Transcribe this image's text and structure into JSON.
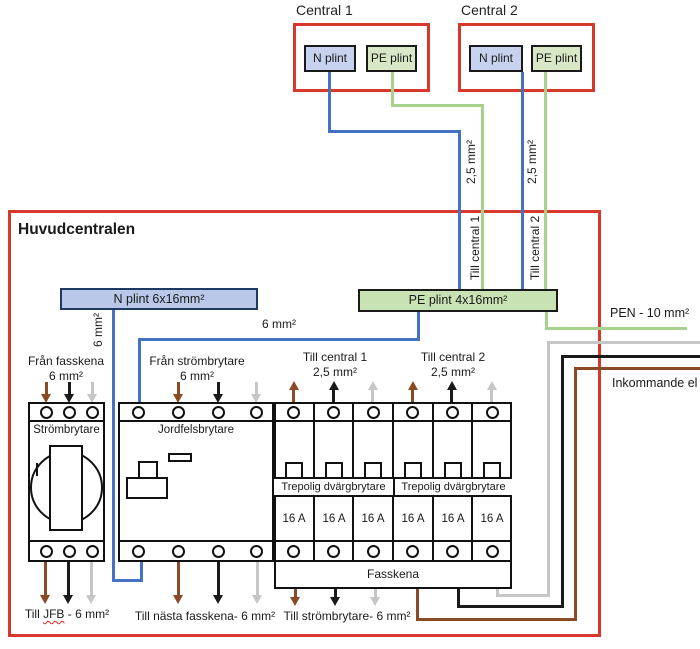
{
  "palette": {
    "wire_blue": "#4472C4",
    "wire_green": "#A9D18E",
    "wire_brown": "#8A4A26",
    "wire_gray": "#C6C6C6",
    "wire_black": "#1A1A1A",
    "box_red": "#D6392B",
    "n_plint_fill": "#C6D2EE",
    "pe_plint_fill": "#D8E7C6",
    "n_bus_fill": "#B9C8E8",
    "pe_bus_fill": "#C9E2B3"
  },
  "central1": {
    "title": "Central 1",
    "n": "N plint",
    "pe": "PE plint"
  },
  "central2": {
    "title": "Central 2",
    "n": "N plint",
    "pe": "PE plint"
  },
  "panel": {
    "title": "Huvudcentralen",
    "n_bus": "N plint 6x16mm²",
    "pe_bus": "PE plint 4x16mm²"
  },
  "wire_labels": {
    "c1_size": "2,5 mm²",
    "c2_size": "2,5 mm²",
    "to_c1": "Till central 1",
    "to_c2": "Till central 2",
    "n_drop_size": "6 mm²",
    "n_link_size": "6 mm²",
    "pen": "PEN - 10 mm²",
    "incoming": "Inkommande el"
  },
  "feed_labels": {
    "from_busbar": {
      "line1": "Från fasskena",
      "line2": "6 mm²"
    },
    "from_switch": {
      "line1": "Från strömbrytare",
      "line2": "6 mm²"
    },
    "to_central1": {
      "line1": "Till central 1",
      "line2": "2,5 mm²"
    },
    "to_central2": {
      "line1": "Till central 2",
      "line2": "2,5 mm²"
    }
  },
  "devices": {
    "main_switch": "Strömbrytare",
    "rcd": "Jordfelsbrytare",
    "mcb_group1": "Trepolig dvärgbrytare",
    "mcb_group2": "Trepolig dvärgbrytare",
    "ratings": [
      "16 A",
      "16 A",
      "16 A",
      "16 A",
      "16 A",
      "16 A"
    ],
    "busbar": "Fasskena"
  },
  "bottom_labels": {
    "to_jfb_pre": "Till ",
    "to_jfb_word": "JFB",
    "to_jfb_post": " - 6 mm²",
    "to_next_busbar": "Till nästa fasskena- 6 mm²",
    "to_switch": "Till strömbrytare- 6 mm²"
  }
}
